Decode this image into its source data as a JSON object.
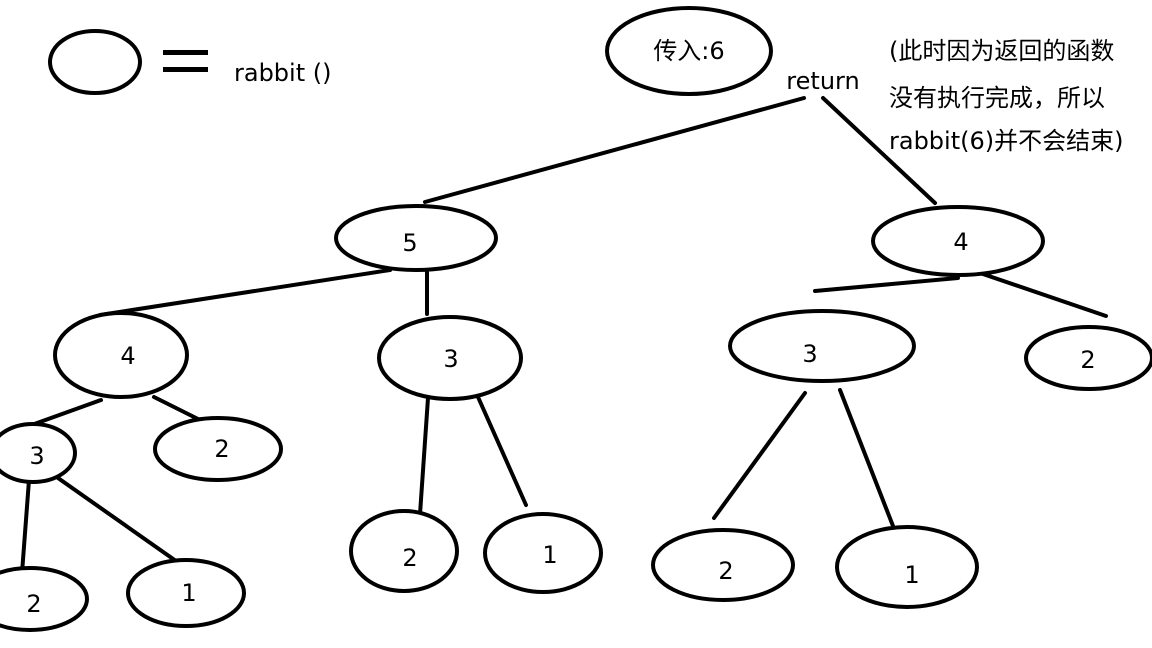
{
  "legend": {
    "label": "rabbit ()"
  },
  "root": {
    "label": "传入:6",
    "return_label": "return"
  },
  "note": {
    "lines": [
      "(此时因为返回的函数",
      "没有执行完成，所以",
      "rabbit(6)并不会结束)"
    ]
  },
  "nodes": [
    {
      "id": "n5",
      "label": "5"
    },
    {
      "id": "n4r",
      "label": "4"
    },
    {
      "id": "n4l",
      "label": "4"
    },
    {
      "id": "n3m",
      "label": "3"
    },
    {
      "id": "n3r",
      "label": "3"
    },
    {
      "id": "n2r",
      "label": "2"
    },
    {
      "id": "n3l",
      "label": "3"
    },
    {
      "id": "n2l",
      "label": "2"
    },
    {
      "id": "n2ll",
      "label": "2"
    },
    {
      "id": "n1ll",
      "label": "1"
    },
    {
      "id": "n2m",
      "label": "2"
    },
    {
      "id": "n1m",
      "label": "1"
    },
    {
      "id": "n2rr",
      "label": "2"
    },
    {
      "id": "n1rr",
      "label": "1"
    }
  ]
}
